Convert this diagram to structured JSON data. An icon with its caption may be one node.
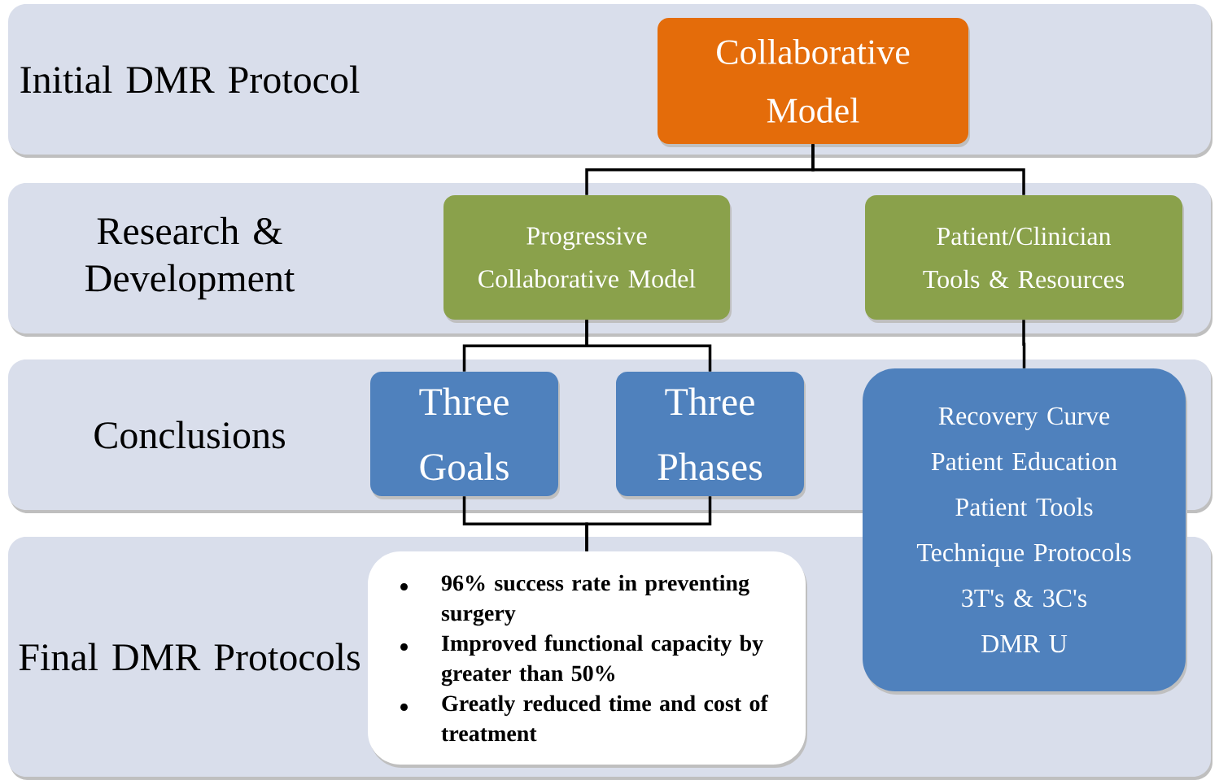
{
  "diagram": {
    "nodes": [
      {
        "text": [
          "Initial DMR Protocol"
        ]
      },
      {
        "text": [
          "Collaborative Model"
        ],
        "in": 0
      },
      {
        "text": [
          "Research & Development"
        ]
      },
      {
        "text": [
          "Progressive Collaborative Model"
        ],
        "in": 2
      },
      {
        "text": [
          "Patient/Clinician Tools & Resources"
        ],
        "in": 2
      },
      {
        "text": [
          "Conclusions"
        ]
      },
      {
        "text": [
          "Three Goals"
        ],
        "in": 5
      },
      {
        "text": [
          "Three Phases"
        ],
        "in": 5
      },
      {
        "text": [
          "Final DMR Protocols"
        ]
      },
      {
        "text": [
          "96% success rate in preventing surgery",
          "Improved functional capacity by greater than 50%",
          "Greatly reduced time and cost of treatment"
        ],
        "in": 8
      },
      {
        "text": [
          "Recovery Curve",
          "Patient Education",
          "Patient Tools",
          "Technique Protocols",
          "3T's & 3C's",
          "DMR U"
        ]
      }
    ],
    "edges": [
      {
        "from": 1,
        "to": 3,
        "arrow": "none"
      },
      {
        "from": 1,
        "to": 4,
        "arrow": "none"
      },
      {
        "from": 3,
        "to": 6,
        "arrow": "none"
      },
      {
        "from": 3,
        "to": 7,
        "arrow": "none"
      },
      {
        "from": 6,
        "to": 9,
        "arrow": "none"
      },
      {
        "from": 7,
        "to": 9,
        "arrow": "none"
      },
      {
        "from": 4,
        "to": 10,
        "arrow": "none"
      }
    ]
  }
}
